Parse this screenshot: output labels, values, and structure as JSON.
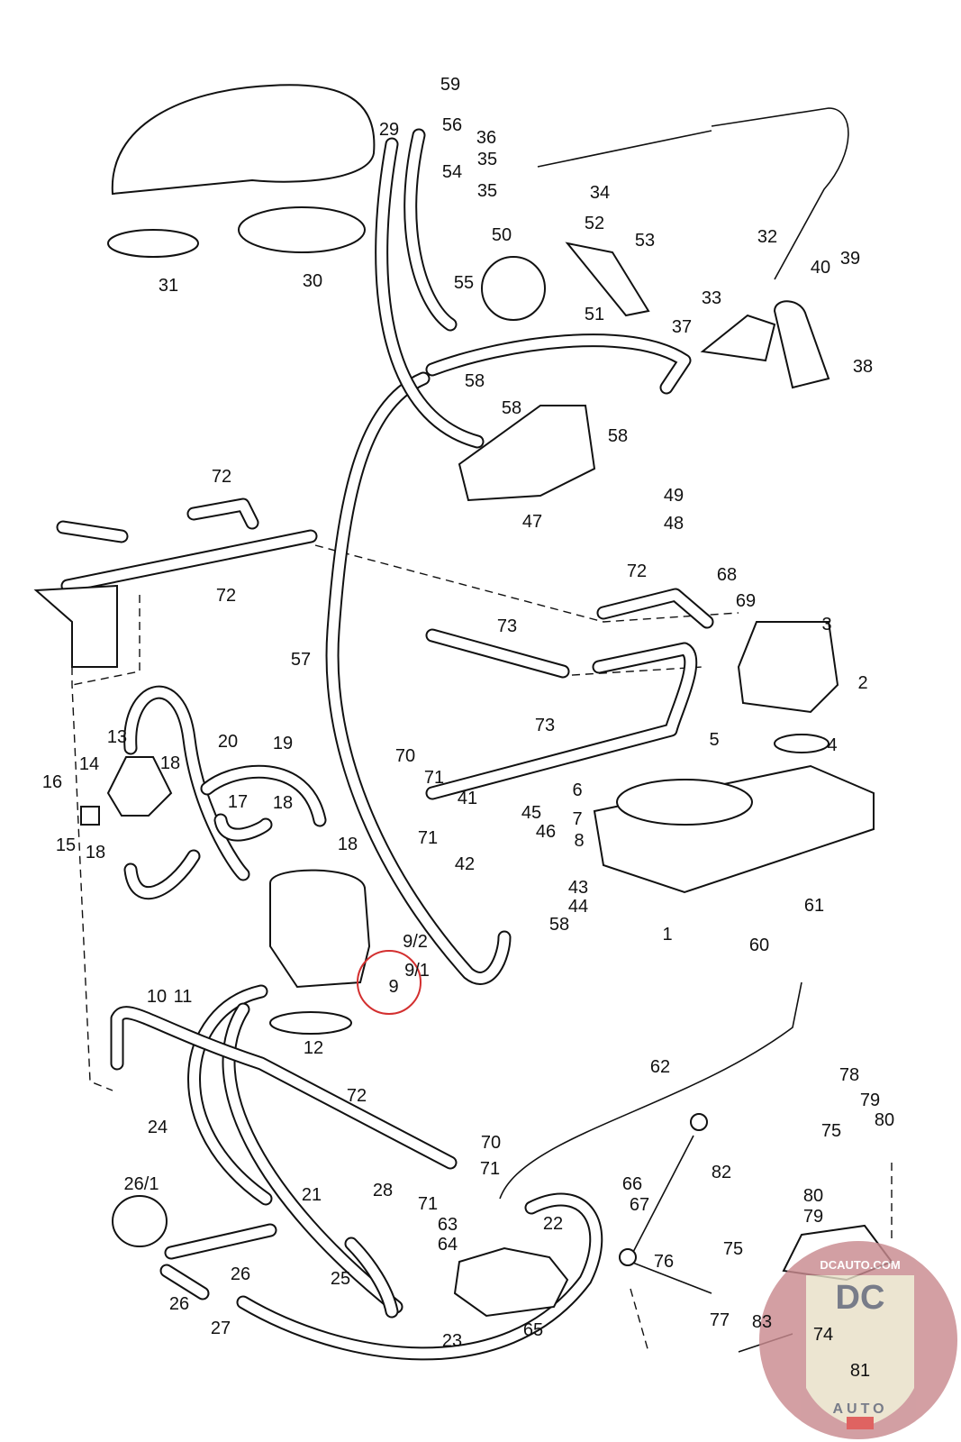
{
  "diagram": {
    "labels": [
      "59",
      "56",
      "29",
      "54",
      "36",
      "35",
      "35",
      "34",
      "31",
      "30",
      "50",
      "52",
      "53",
      "32",
      "40",
      "39",
      "55",
      "51",
      "33",
      "37",
      "38",
      "58",
      "58",
      "58",
      "72",
      "49",
      "48",
      "47",
      "72",
      "72",
      "68",
      "69",
      "3",
      "57",
      "73",
      "2",
      "73",
      "5",
      "4",
      "13",
      "20",
      "19",
      "70",
      "71",
      "16",
      "14",
      "18",
      "6",
      "41",
      "45",
      "17",
      "18",
      "15",
      "18",
      "18",
      "7",
      "71",
      "46",
      "8",
      "42",
      "43",
      "44",
      "58",
      "61",
      "1",
      "60",
      "9/2",
      "9/1",
      "9",
      "10",
      "11",
      "12",
      "62",
      "78",
      "79",
      "80",
      "72",
      "24",
      "75",
      "70",
      "71",
      "82",
      "26/1",
      "28",
      "21",
      "66",
      "67",
      "71",
      "80",
      "79",
      "63",
      "22",
      "64",
      "26",
      "25",
      "75",
      "76",
      "26",
      "77",
      "74",
      "65",
      "27",
      "23",
      "83",
      "81"
    ],
    "highlight": {
      "label": "9",
      "color": "#d32f2f"
    }
  },
  "watermark": {
    "text_top": "DCAUTO.COM",
    "text_logo": "DC",
    "text_bottom": "AUTO",
    "colors": {
      "disc": "#c98a8f",
      "shield": "#e8e0c8",
      "letters": "#5b6070",
      "accent": "#d9413f"
    }
  }
}
